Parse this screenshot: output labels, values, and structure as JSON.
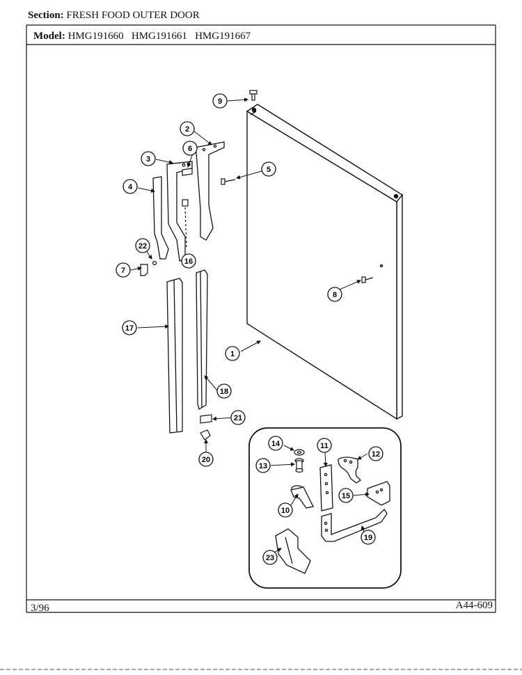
{
  "header": {
    "section_label": "Section:",
    "section_value": "FRESH FOOD OUTER DOOR",
    "model_label": "Model:",
    "models": "HMG191660   HMG191661   HMG191667"
  },
  "footer": {
    "date_code": "3/96",
    "drawing_number": "A44-609"
  },
  "callouts": [
    "1",
    "2",
    "3",
    "4",
    "5",
    "6",
    "7",
    "8",
    "9",
    "10",
    "11",
    "12",
    "13",
    "14",
    "15",
    "16",
    "17",
    "18",
    "19",
    "20",
    "21",
    "22",
    "23"
  ],
  "colors": {
    "ink": "#111111",
    "paper": "#ffffff"
  }
}
